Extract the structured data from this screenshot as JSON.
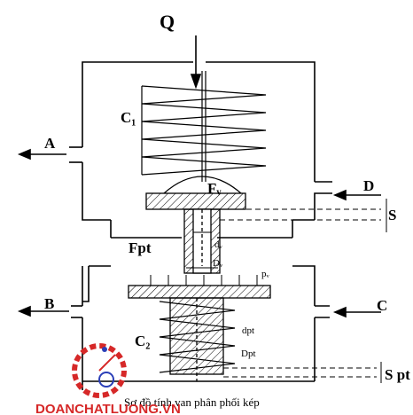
{
  "diagram": {
    "labels": {
      "Q": "Q",
      "C1": "C₁",
      "A": "A",
      "D": "D",
      "S": "S",
      "Fv": "Fᵥ",
      "Fpt": "Fpt",
      "dv": "dᵥ",
      "Dv": "Dᵥ",
      "pv": "pᵥ",
      "B": "B",
      "C": "C",
      "C2": "C₂",
      "dpt": "dpt",
      "Dpt": "Dpt",
      "Spt": "S pt"
    },
    "caption": "Sơ đồ tính van phân phối kép",
    "watermark": "DOANCHATLUONG.VN"
  },
  "colors": {
    "line": "#000000",
    "watermark": "#d62828",
    "logo_blue": "#2b3fb8"
  }
}
